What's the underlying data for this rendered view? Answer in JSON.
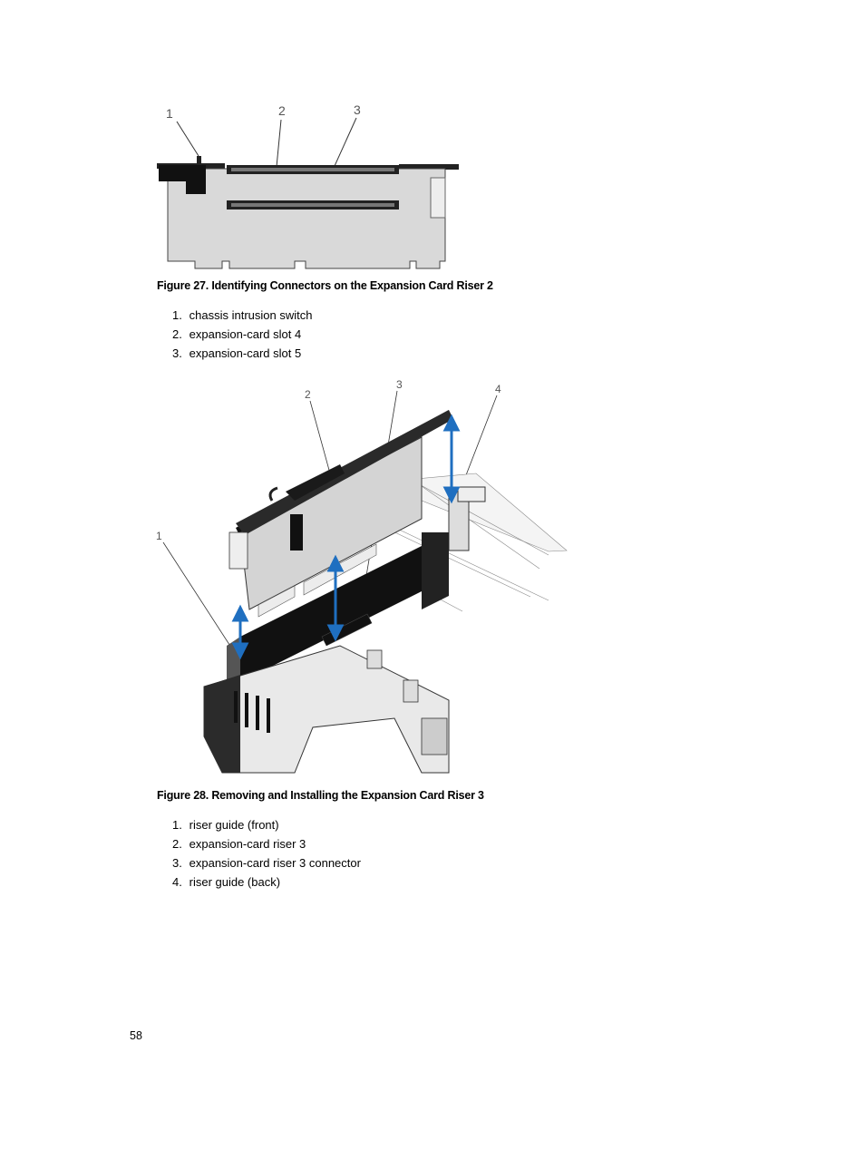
{
  "figure27": {
    "callouts": [
      "1",
      "2",
      "3"
    ],
    "caption": "Figure 27. Identifying Connectors on the Expansion Card Riser 2",
    "items": [
      {
        "num": "1.",
        "text": "chassis intrusion switch"
      },
      {
        "num": "2.",
        "text": "expansion-card slot 4"
      },
      {
        "num": "3.",
        "text": "expansion-card slot 5"
      }
    ]
  },
  "figure28": {
    "callouts": [
      "1",
      "2",
      "3",
      "4"
    ],
    "caption": "Figure 28. Removing and Installing the Expansion Card Riser 3",
    "items": [
      {
        "num": "1.",
        "text": "riser guide (front)"
      },
      {
        "num": "2.",
        "text": "expansion-card riser 3"
      },
      {
        "num": "3.",
        "text": "expansion-card riser 3 connector"
      },
      {
        "num": "4.",
        "text": "riser guide (back)"
      }
    ]
  },
  "page_number": "58",
  "colors": {
    "arrow": "#1f6fc0",
    "board": "#d9d9d9",
    "outline": "#333333"
  }
}
